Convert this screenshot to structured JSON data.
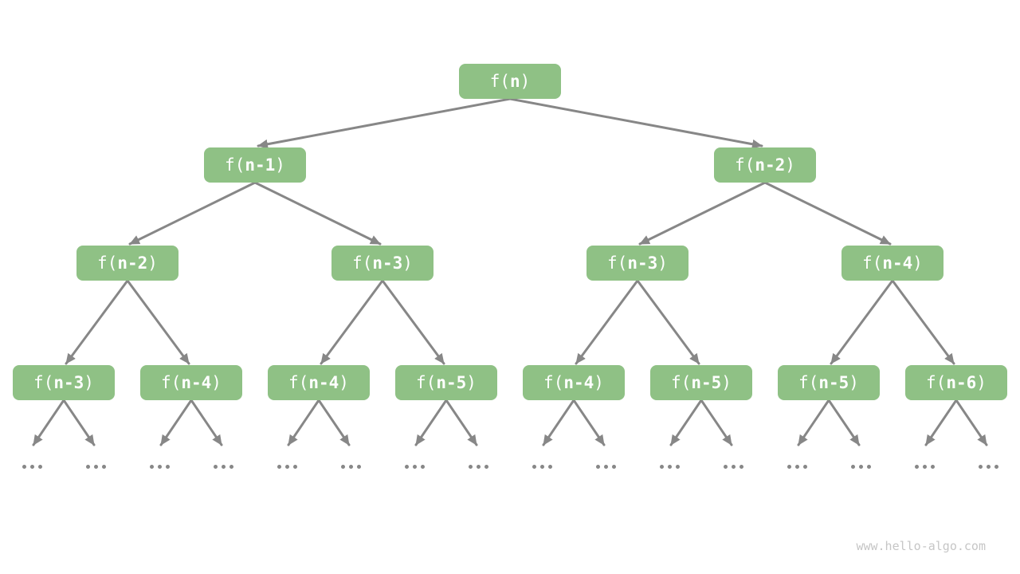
{
  "page": {
    "background": "#FFFFFF"
  },
  "tree": {
    "node_fill": "#8FC185",
    "node_text_color": "#FFFFFF",
    "edge_color": "#878787",
    "leaf_symbol": "...",
    "leaf_count": 16,
    "nodes": [
      {
        "level": 1,
        "prefix": "f(",
        "arg": "n",
        "suffix": ")"
      },
      {
        "level": 2,
        "prefix": "f(",
        "arg": "n-1",
        "suffix": ")"
      },
      {
        "level": 2,
        "prefix": "f(",
        "arg": "n-2",
        "suffix": ")"
      },
      {
        "level": 3,
        "prefix": "f(",
        "arg": "n-2",
        "suffix": ")"
      },
      {
        "level": 3,
        "prefix": "f(",
        "arg": "n-3",
        "suffix": ")"
      },
      {
        "level": 3,
        "prefix": "f(",
        "arg": "n-3",
        "suffix": ")"
      },
      {
        "level": 3,
        "prefix": "f(",
        "arg": "n-4",
        "suffix": ")"
      },
      {
        "level": 4,
        "prefix": "f(",
        "arg": "n-3",
        "suffix": ")"
      },
      {
        "level": 4,
        "prefix": "f(",
        "arg": "n-4",
        "suffix": ")"
      },
      {
        "level": 4,
        "prefix": "f(",
        "arg": "n-4",
        "suffix": ")"
      },
      {
        "level": 4,
        "prefix": "f(",
        "arg": "n-5",
        "suffix": ")"
      },
      {
        "level": 4,
        "prefix": "f(",
        "arg": "n-4",
        "suffix": ")"
      },
      {
        "level": 4,
        "prefix": "f(",
        "arg": "n-5",
        "suffix": ")"
      },
      {
        "level": 4,
        "prefix": "f(",
        "arg": "n-5",
        "suffix": ")"
      },
      {
        "level": 4,
        "prefix": "f(",
        "arg": "n-6",
        "suffix": ")"
      }
    ],
    "edges": [
      [
        0,
        1
      ],
      [
        0,
        2
      ],
      [
        1,
        3
      ],
      [
        1,
        4
      ],
      [
        2,
        5
      ],
      [
        2,
        6
      ],
      [
        3,
        7
      ],
      [
        3,
        8
      ],
      [
        4,
        9
      ],
      [
        4,
        10
      ],
      [
        5,
        11
      ],
      [
        5,
        12
      ],
      [
        6,
        13
      ],
      [
        6,
        14
      ]
    ],
    "leaf_parents": [
      7,
      8,
      9,
      10,
      11,
      12,
      13,
      14
    ]
  },
  "footer": {
    "watermark": "www.hello-algo.com",
    "watermark_color": "#C6C6C6"
  }
}
